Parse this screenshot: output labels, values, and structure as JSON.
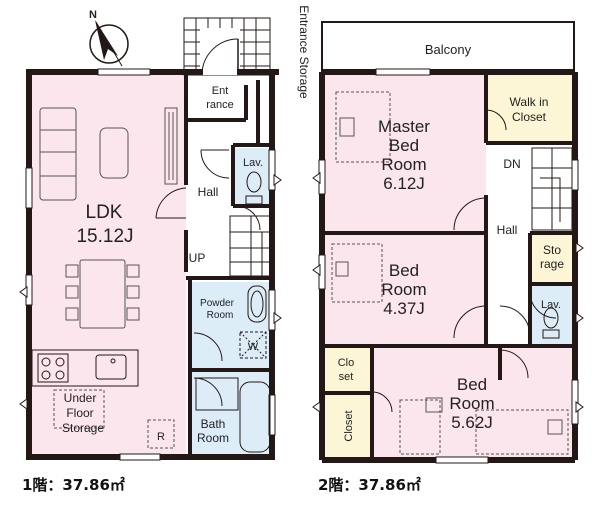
{
  "compass": {
    "north_label": "N"
  },
  "floor1": {
    "area_label": "1階：37.86㎡",
    "rooms": {
      "ldk": {
        "name": "LDK",
        "size": "15.12J"
      },
      "entrance": {
        "line1": "Ent",
        "line2": "rance"
      },
      "entrance_storage": "Entrance Storage",
      "hall": "Hall",
      "lav": "Lav.",
      "up": "UP",
      "powder_room": {
        "line1": "Powder",
        "line2": "Room"
      },
      "washer": "W",
      "bath_room": {
        "line1": "Bath",
        "line2": "Room"
      },
      "under_floor_storage": {
        "line1": "Under",
        "line2": "Floor",
        "line3": "Storage"
      },
      "refrigerator": "R"
    }
  },
  "floor2": {
    "area_label": "2階：37.86㎡",
    "rooms": {
      "balcony": "Balcony",
      "walk_in_closet": {
        "line1": "Walk in",
        "line2": "Closet"
      },
      "master_bed_room": {
        "line1": "Master",
        "line2": "Bed",
        "line3": "Room",
        "size": "6.12J"
      },
      "dn": "DN",
      "hall": "Hall",
      "storage": {
        "line1": "Sto",
        "line2": "rage"
      },
      "bed_room_a": {
        "line1": "Bed",
        "line2": "Room",
        "size": "4.37J"
      },
      "lav": "Lav.",
      "closet_small": {
        "line1": "Clo",
        "line2": "set"
      },
      "closet_vertical": "Closet",
      "bed_room_b": {
        "line1": "Bed",
        "line2": "Room",
        "size": "5.62J"
      }
    }
  },
  "colors": {
    "wall": "#231815",
    "pink_room": "#fbe6ee",
    "blue_room": "#dcedf8",
    "yellow_room": "#fdf6d6",
    "white_room": "#ffffff",
    "fixture_line": "#555555"
  }
}
